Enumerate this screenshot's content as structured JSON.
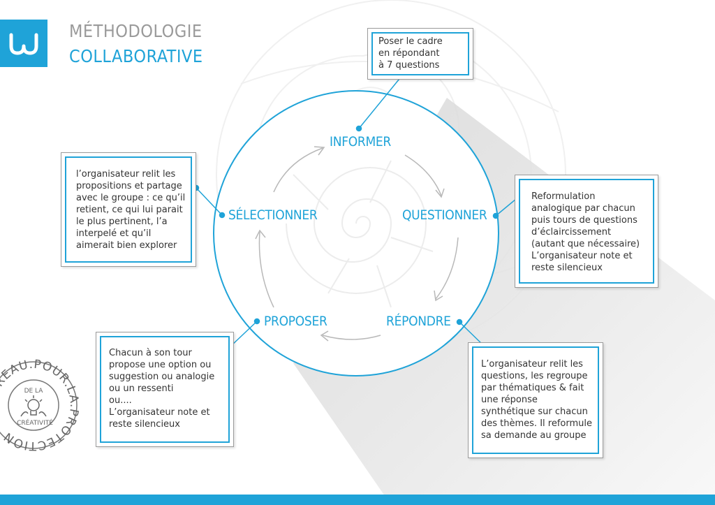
{
  "header": {
    "title_line1": "MÉTHODOLOGIE",
    "title_line2": "COLLABORATIVE"
  },
  "steps": {
    "informer": "INFORMER",
    "questionner": "QUESTIONNER",
    "repondre": "RÉPONDRE",
    "proposer": "PROPOSER",
    "selectionner": "SÉLECTIONNER"
  },
  "boxes": {
    "informer": "Poser le cadre\nen répondant\nà 7 questions",
    "questionner": "Reformulation\nanalogique par chacun\npuis tours de questions\nd’éclaircissement\n(autant que nécessaire)\nL’organisateur note et\nreste silencieux",
    "repondre": "L’organisateur relit les\nquestions, les regroupe\npar thématiques & fait\nune réponse\nsynthétique sur chacun\ndes thèmes. Il reformule\nsa demande au groupe",
    "proposer": "Chacun à son tour\npropose une option ou\nsuggestion ou analogie\nou un ressenti\nou....\nL’organisateur note et\nreste silencieux",
    "selectionner": "l’organisateur relit les\npropositions et partage\navec le groupe : ce qu’il\nretient, ce qui lui parait\nle plus pertinent, l’a\ninterpelé et qu’il\naimerait bien explorer"
  },
  "stamp": {
    "ring_text": "BUREAU.POUR.LA.PROTECTION",
    "de_la": "DE LA",
    "creativite": "CRÉATIVITÉ"
  },
  "colors": {
    "accent": "#1fa3d8",
    "grey_text": "#9a9a9a"
  },
  "icons": {
    "logo": "w-letter-logo-icon",
    "stamp_center": "lightbulb-hands-icon"
  }
}
